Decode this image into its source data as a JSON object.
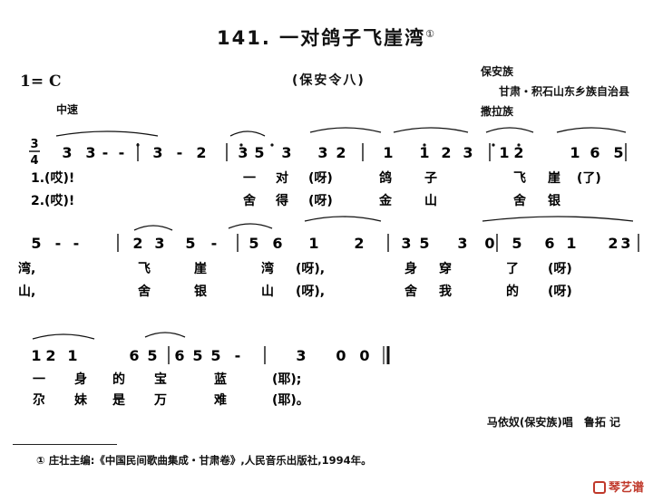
{
  "song": {
    "number_title": "141. 一对鸽子飞崖湾",
    "footnote_mark": "①",
    "key": "1= C",
    "tune_name": "(保安令八)",
    "region_line1": "保安族",
    "region_line2": "甘肃・积石山东乡族自治县",
    "region_line3": "撒拉族",
    "tempo": "中速",
    "time_signature": {
      "top": "3",
      "bottom": "4"
    }
  },
  "lyrics": {
    "row1_v1": [
      "1.(哎)!",
      "一",
      "对",
      "(呀)",
      "鸽",
      "子",
      "飞",
      "崖",
      "(了)"
    ],
    "row1_v2": [
      "2.(哎)!",
      "舍",
      "得",
      "(呀)",
      "金",
      "山",
      "舍",
      "银"
    ],
    "row2_v1": [
      "湾,",
      "飞",
      "崖",
      "湾",
      "(呀),",
      "身",
      "穿",
      "了",
      "(呀)"
    ],
    "row2_v2": [
      "山,",
      "舍",
      "银",
      "山",
      "(呀),",
      "舍",
      "我",
      "的",
      "(呀)"
    ],
    "row3_v1": [
      "一",
      "身",
      "的",
      "宝",
      "蓝",
      "(耶);"
    ],
    "row3_v2": [
      "尕",
      "妹",
      "是",
      "万",
      "难",
      "(耶)。"
    ]
  },
  "notation": {
    "row1": [
      "3",
      "3",
      "-",
      "-",
      "|",
      "3",
      "-",
      "2",
      "|",
      "3",
      "5",
      "3",
      "3",
      "2",
      "|",
      "1",
      "1",
      "2",
      "3",
      "|",
      "1",
      "2",
      "1",
      "6",
      "5",
      "|"
    ],
    "row2": [
      "5",
      "-",
      "-",
      "|",
      "2",
      "3",
      "5",
      "-",
      "|",
      "5",
      "6",
      "1",
      "2",
      "|",
      "3",
      "5",
      "3",
      "0",
      "|",
      "5",
      "6",
      "1",
      "2",
      "3",
      "|"
    ],
    "row3": [
      "1",
      "2",
      "1",
      "6",
      "5",
      "|",
      "6",
      "5",
      "5",
      "-",
      "|",
      "3",
      "0",
      "0",
      "‖"
    ]
  },
  "credit": "马依奴(保安族)唱　鲁拓 记",
  "footnote": "①  庄壮主编:《中国民间歌曲集成・甘肃卷》,人民音乐出版社,1994年。",
  "watermark": "琴艺谱"
}
